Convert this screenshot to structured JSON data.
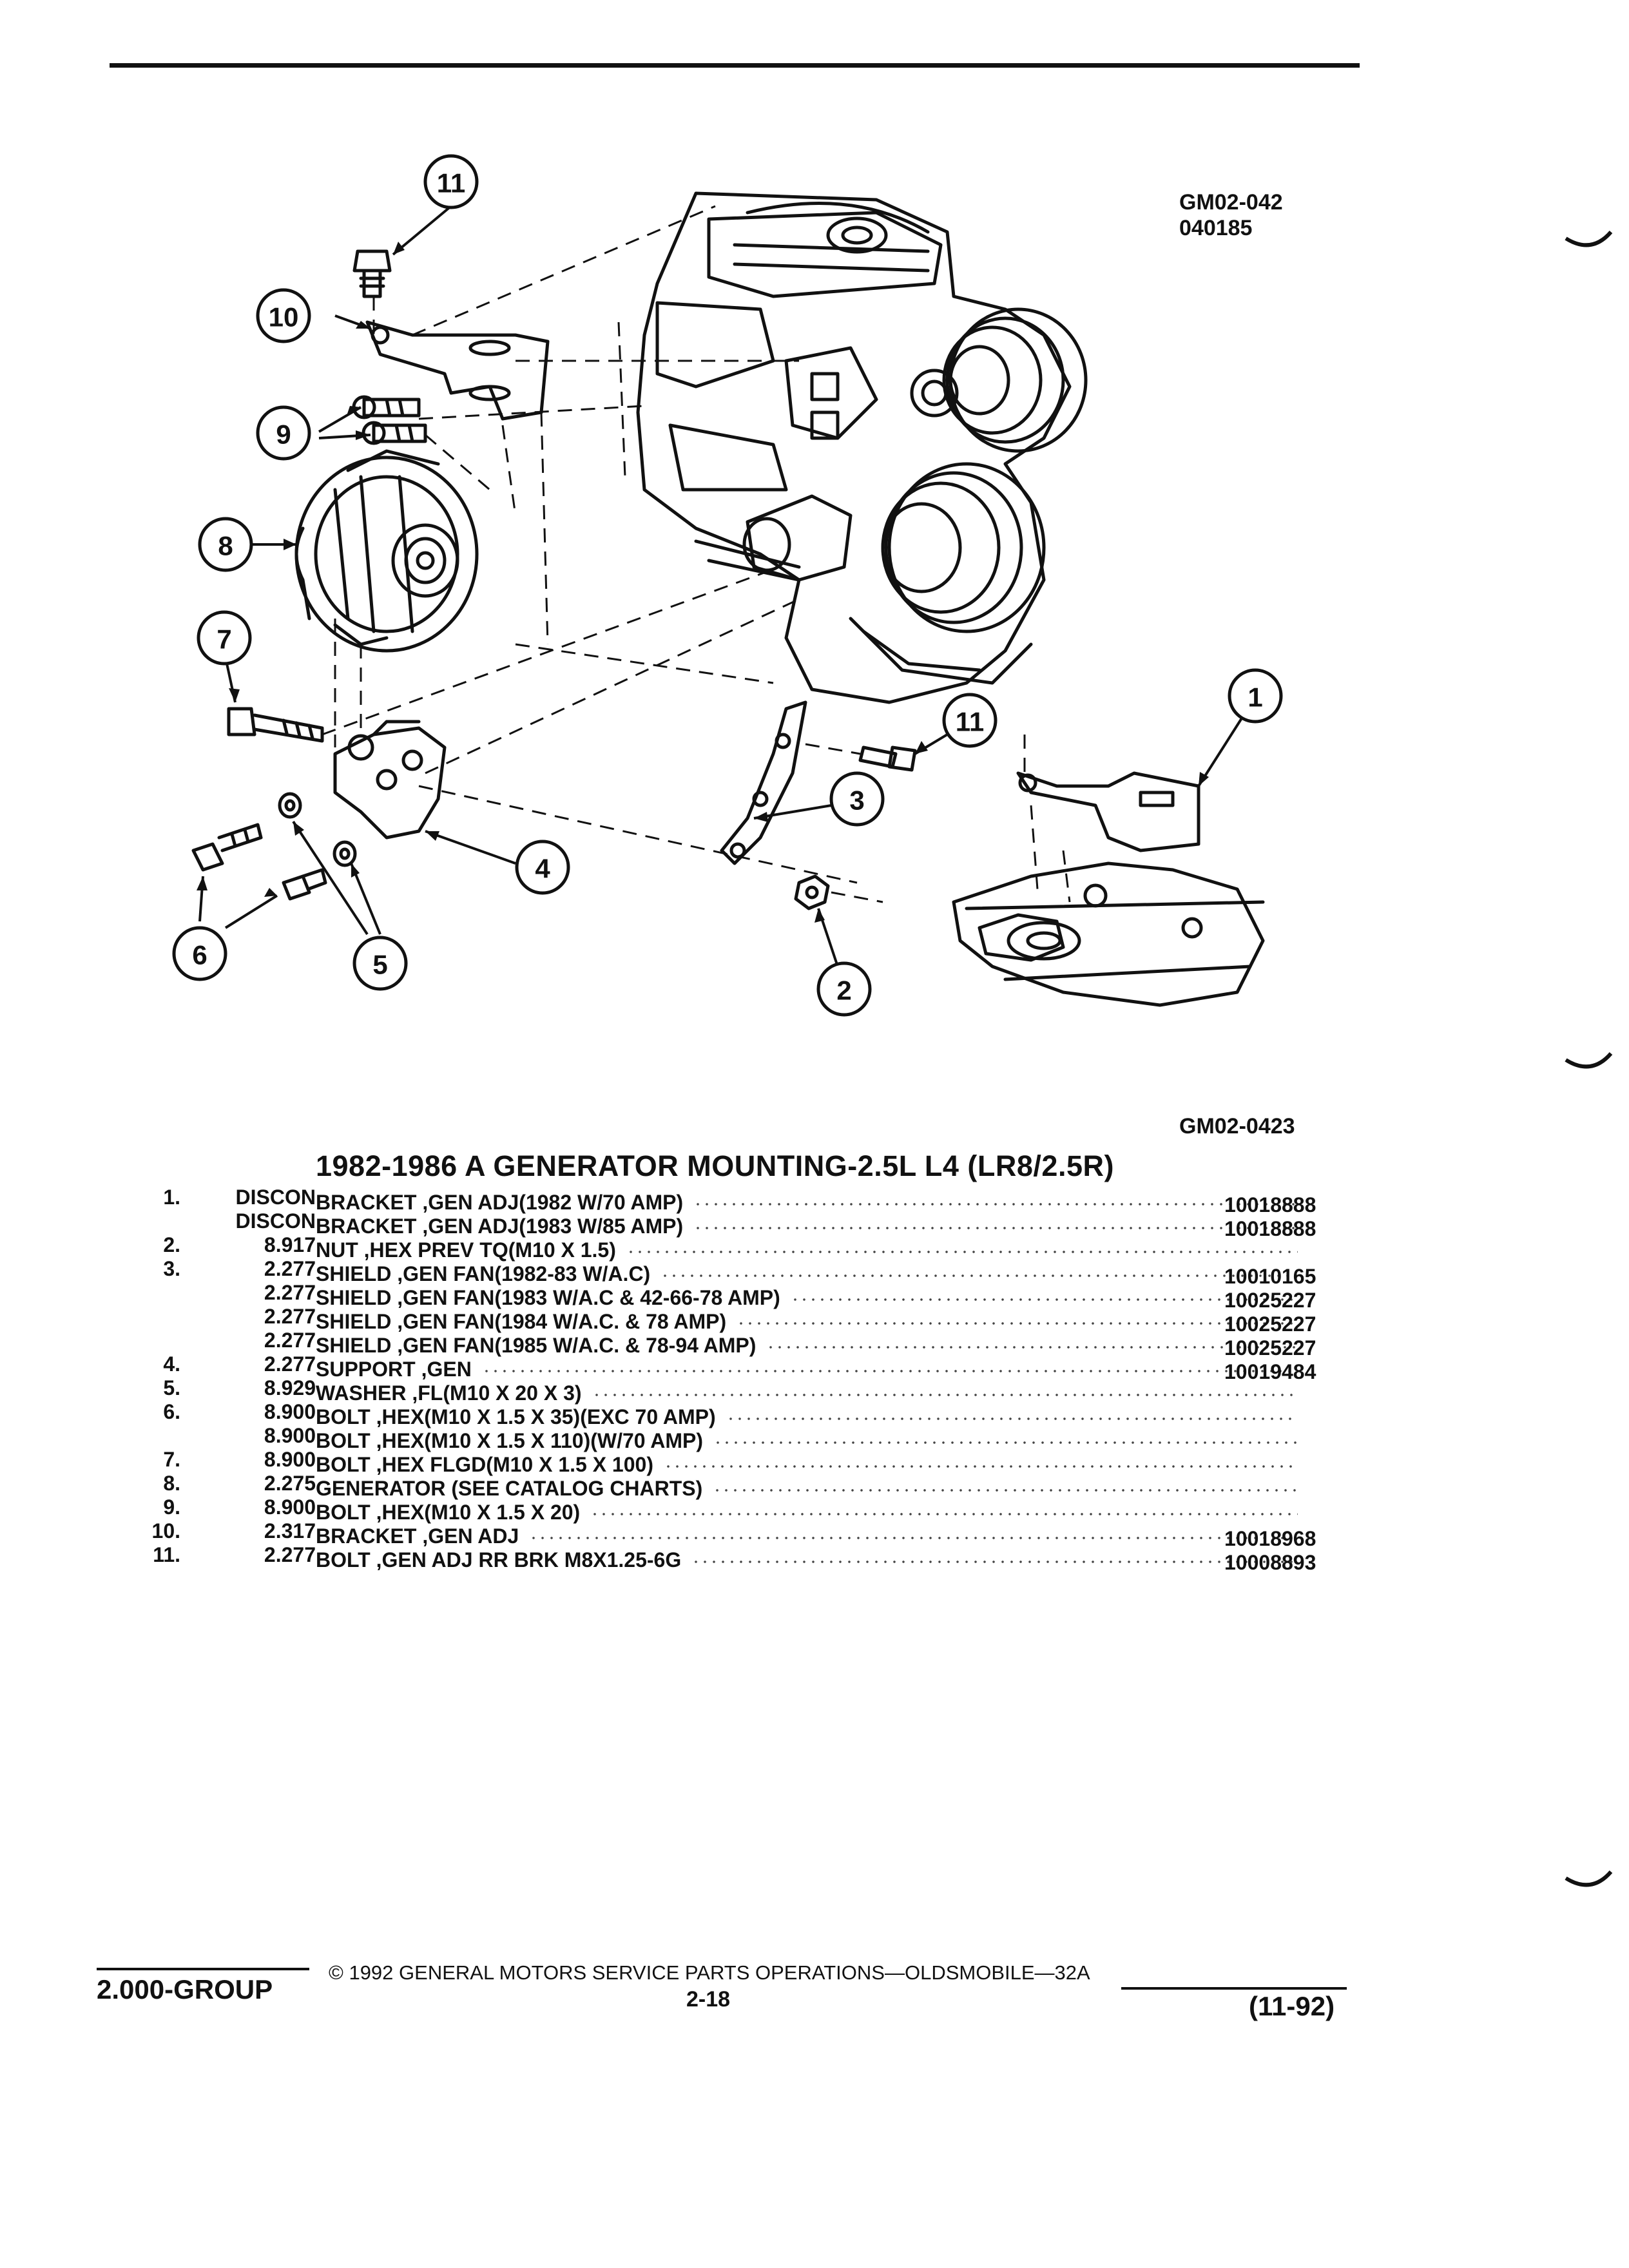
{
  "diagram": {
    "ref_codes": [
      "GM02-042",
      "040185"
    ],
    "figure_code": "GM02-0423",
    "callouts": [
      "1",
      "2",
      "3",
      "4",
      "5",
      "6",
      "7",
      "8",
      "9",
      "10",
      "11"
    ]
  },
  "section_title": "1982-1986 A GENERATOR MOUNTING-2.5L L4 (LR8/2.5R)",
  "parts": [
    {
      "ref": "1.",
      "group": "DISCON",
      "name": "BRACKET ,GEN ADJ(1982 W/70 AMP)",
      "part_no": "10018888"
    },
    {
      "ref": "",
      "group": "DISCON",
      "name": "BRACKET ,GEN ADJ(1983 W/85 AMP)",
      "part_no": "10018888"
    },
    {
      "ref": "2.",
      "group": "8.917",
      "name": "NUT ,HEX PREV TQ(M10 X 1.5)",
      "part_no": ""
    },
    {
      "ref": "3.",
      "group": "2.277",
      "name": "SHIELD ,GEN FAN(1982-83 W/A.C)",
      "part_no": "10010165"
    },
    {
      "ref": "",
      "group": "2.277",
      "name": "SHIELD ,GEN FAN(1983 W/A.C & 42-66-78 AMP)",
      "part_no": "10025227"
    },
    {
      "ref": "",
      "group": "2.277",
      "name": "SHIELD ,GEN FAN(1984 W/A.C. & 78 AMP)",
      "part_no": "10025227"
    },
    {
      "ref": "",
      "group": "2.277",
      "name": "SHIELD ,GEN FAN(1985 W/A.C. & 78-94 AMP)",
      "part_no": "10025227"
    },
    {
      "ref": "4.",
      "group": "2.277",
      "name": "SUPPORT ,GEN",
      "part_no": "10019484"
    },
    {
      "ref": "5.",
      "group": "8.929",
      "name": "WASHER ,FL(M10 X 20 X 3)",
      "part_no": ""
    },
    {
      "ref": "6.",
      "group": "8.900",
      "name": "BOLT ,HEX(M10 X 1.5 X 35)(EXC 70 AMP)",
      "part_no": ""
    },
    {
      "ref": "",
      "group": "8.900",
      "name": "BOLT ,HEX(M10 X 1.5 X 110)(W/70 AMP)",
      "part_no": ""
    },
    {
      "ref": "7.",
      "group": "8.900",
      "name": "BOLT ,HEX FLGD(M10 X 1.5 X 100)",
      "part_no": ""
    },
    {
      "ref": "8.",
      "group": "2.275",
      "name": "GENERATOR (SEE CATALOG CHARTS)",
      "part_no": ""
    },
    {
      "ref": "9.",
      "group": "8.900",
      "name": "BOLT ,HEX(M10 X 1.5 X 20)",
      "part_no": ""
    },
    {
      "ref": "10.",
      "group": "2.317",
      "name": "BRACKET ,GEN ADJ",
      "part_no": "10018968"
    },
    {
      "ref": "11.",
      "group": "2.277",
      "name": "BOLT ,GEN ADJ RR BRK M8X1.25-6G",
      "part_no": "10008893"
    }
  ],
  "footer": {
    "group_label": "2.000-GROUP",
    "copyright": "© 1992 GENERAL MOTORS SERVICE PARTS OPERATIONS—OLDSMOBILE—32A",
    "page": "2-18",
    "date_code": "(11-92)"
  }
}
